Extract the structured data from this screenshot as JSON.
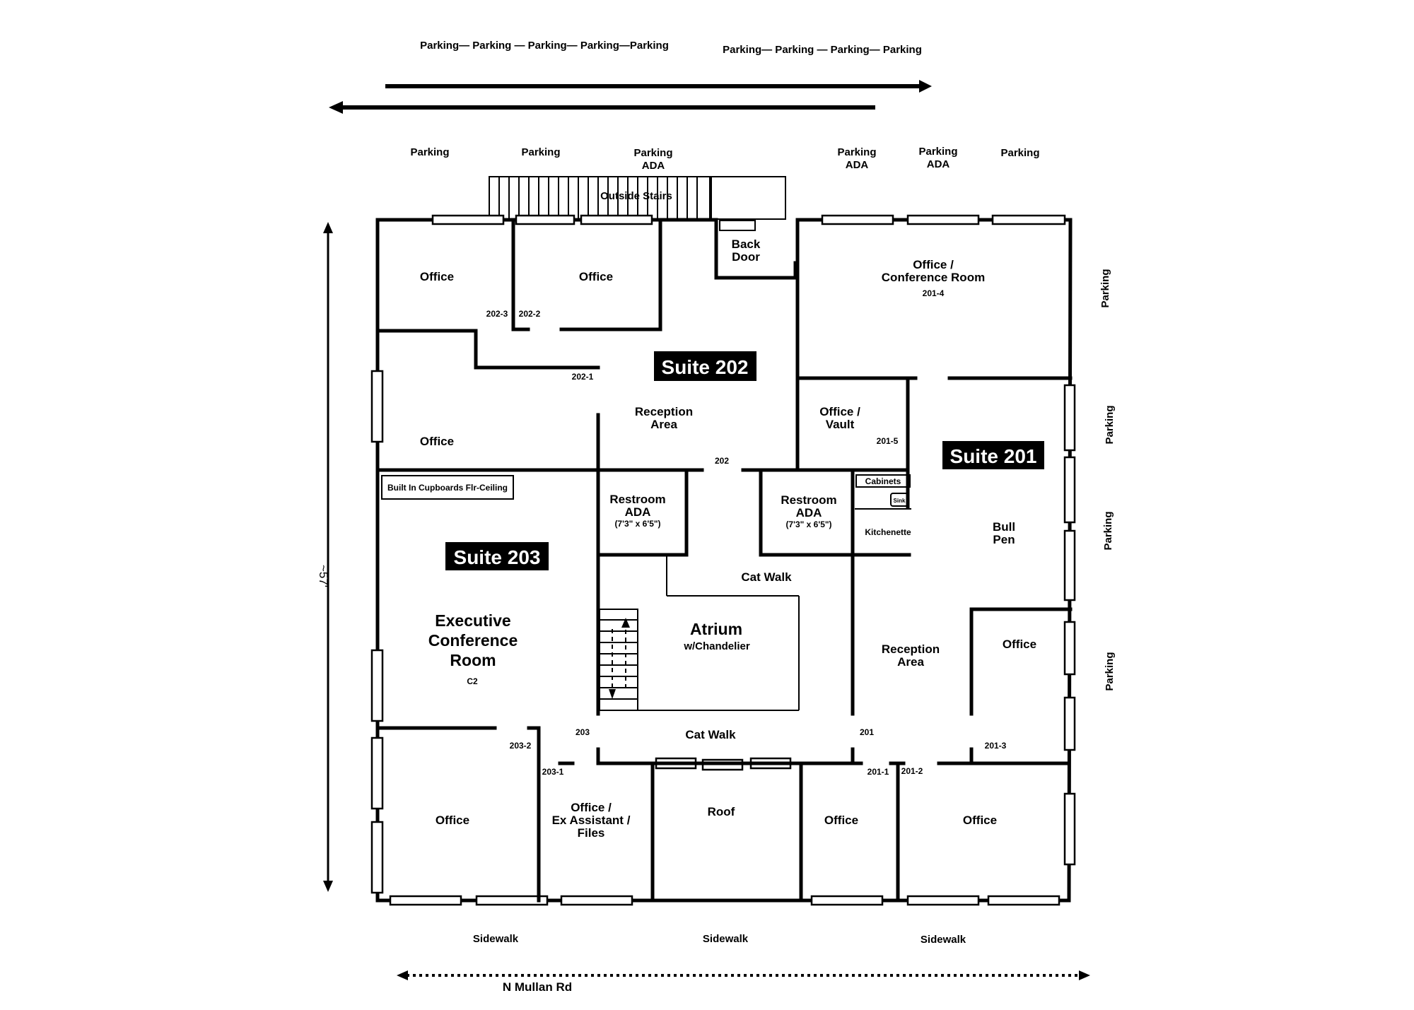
{
  "top_parking": {
    "row_left": "Parking— Parking — Parking— Parking—Parking",
    "row_right": "Parking— Parking — Parking— Parking",
    "spot1": "Parking",
    "spot2": "Parking",
    "spot3_line1": "Parking",
    "spot3_line2": "ADA",
    "spot4_line1": "Parking",
    "spot4_line2": "ADA",
    "spot5_line1": "Parking",
    "spot5_line2": "ADA",
    "spot6": "Parking"
  },
  "side_parking": [
    "Parking",
    "Parking",
    "Parking",
    "Parking"
  ],
  "outside_stairs": "Outside Stairs",
  "back_door": {
    "line1": "Back",
    "line2": "Door"
  },
  "dimension": "~57'",
  "suites": {
    "s201": "Suite 201",
    "s202": "Suite 202",
    "s203": "Suite 203"
  },
  "rooms": {
    "office_nw": "Office",
    "office_n": "Office",
    "office_w": "Office",
    "office_conf_line1": "Office /",
    "office_conf_line2": "Conference Room",
    "office_conf_code": "201-4",
    "vault_line1": "Office /",
    "vault_line2": "Vault",
    "vault_code": "201-5",
    "reception202_line1": "Reception",
    "reception202_line2": "Area",
    "restroom_l_line1": "Restroom",
    "restroom_l_line2": "ADA",
    "restroom_l_size": "(7'3\" x 6'5\")",
    "restroom_r_line1": "Restroom",
    "restroom_r_line2": "ADA",
    "restroom_r_size": "(7'3\" x 6'5\")",
    "cabinets": "Cabinets",
    "sink": "Sink",
    "kitchenette": "Kitchenette",
    "bullpen_line1": "Bull",
    "bullpen_line2": "Pen",
    "cupboards": "Built In Cupboards Flr-Ceiling",
    "exec_line1": "Executive",
    "exec_line2": "Conference",
    "exec_line3": "Room",
    "exec_code": "C2",
    "catwalk_upper": "Cat Walk",
    "catwalk_lower": "Cat Walk",
    "atrium": "Atrium",
    "atrium_sub": "w/Chandelier",
    "reception201_line1": "Reception",
    "reception201_line2": "Area",
    "office_e": "Office",
    "office_sw": "Office",
    "exassist_line1": "Office /",
    "exassist_line2": "Ex Assistant /",
    "exassist_line3": "Files",
    "roof": "Roof",
    "office_s1": "Office",
    "office_s2": "Office"
  },
  "codes": {
    "c202_3": "202-3",
    "c202_2": "202-2",
    "c202_1": "202-1",
    "c202": "202",
    "c203": "203",
    "c203_2": "203-2",
    "c203_1": "203-1",
    "c201": "201",
    "c201_1": "201-1",
    "c201_2": "201-2",
    "c201_3": "201-3"
  },
  "bottom": {
    "sidewalk1": "Sidewalk",
    "sidewalk2": "Sidewalk",
    "sidewalk3": "Sidewalk",
    "street": "N Mullan Rd"
  }
}
